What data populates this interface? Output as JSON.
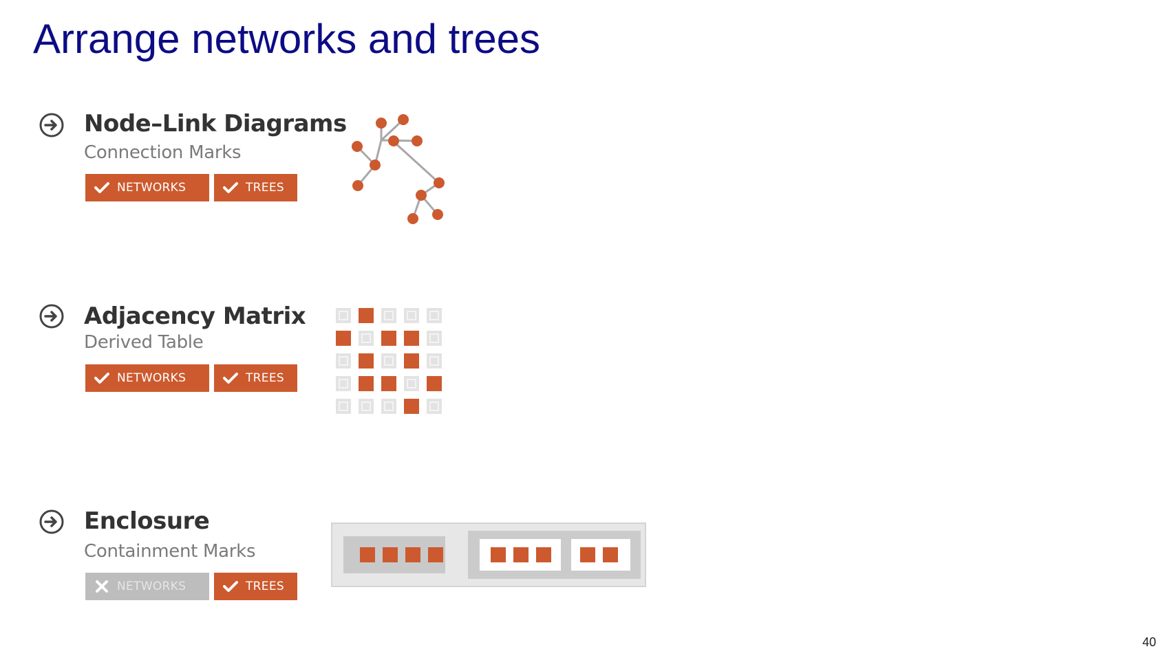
{
  "title": "Arrange networks and trees",
  "page_number": "40",
  "colors": {
    "title": "#0c0c85",
    "accent": "#cc5a2e",
    "disabled": "#bdbdbd",
    "matrix_empty": "#e3e3e3"
  },
  "sections": [
    {
      "heading": "Node–Link Diagrams",
      "subheading": "Connection Marks",
      "icon": "arrow-right-circle-icon",
      "tags": [
        {
          "label": "NETWORKS",
          "state": "checked"
        },
        {
          "label": "TREES",
          "state": "checked"
        }
      ]
    },
    {
      "heading": "Adjacency Matrix",
      "subheading": "Derived Table",
      "icon": "arrow-right-circle-icon",
      "tags": [
        {
          "label": "NETWORKS",
          "state": "checked"
        },
        {
          "label": "TREES",
          "state": "checked"
        }
      ],
      "matrix": [
        [
          0,
          1,
          0,
          0,
          0
        ],
        [
          1,
          0,
          1,
          1,
          0
        ],
        [
          0,
          1,
          0,
          1,
          0
        ],
        [
          0,
          1,
          1,
          0,
          1
        ],
        [
          0,
          0,
          0,
          1,
          0
        ]
      ]
    },
    {
      "heading": "Enclosure",
      "subheading": "Containment Marks",
      "icon": "arrow-right-circle-icon",
      "tags": [
        {
          "label": "NETWORKS",
          "state": "crossed"
        },
        {
          "label": "TREES",
          "state": "checked"
        }
      ],
      "groups": [
        4,
        [
          3,
          2
        ]
      ]
    }
  ]
}
